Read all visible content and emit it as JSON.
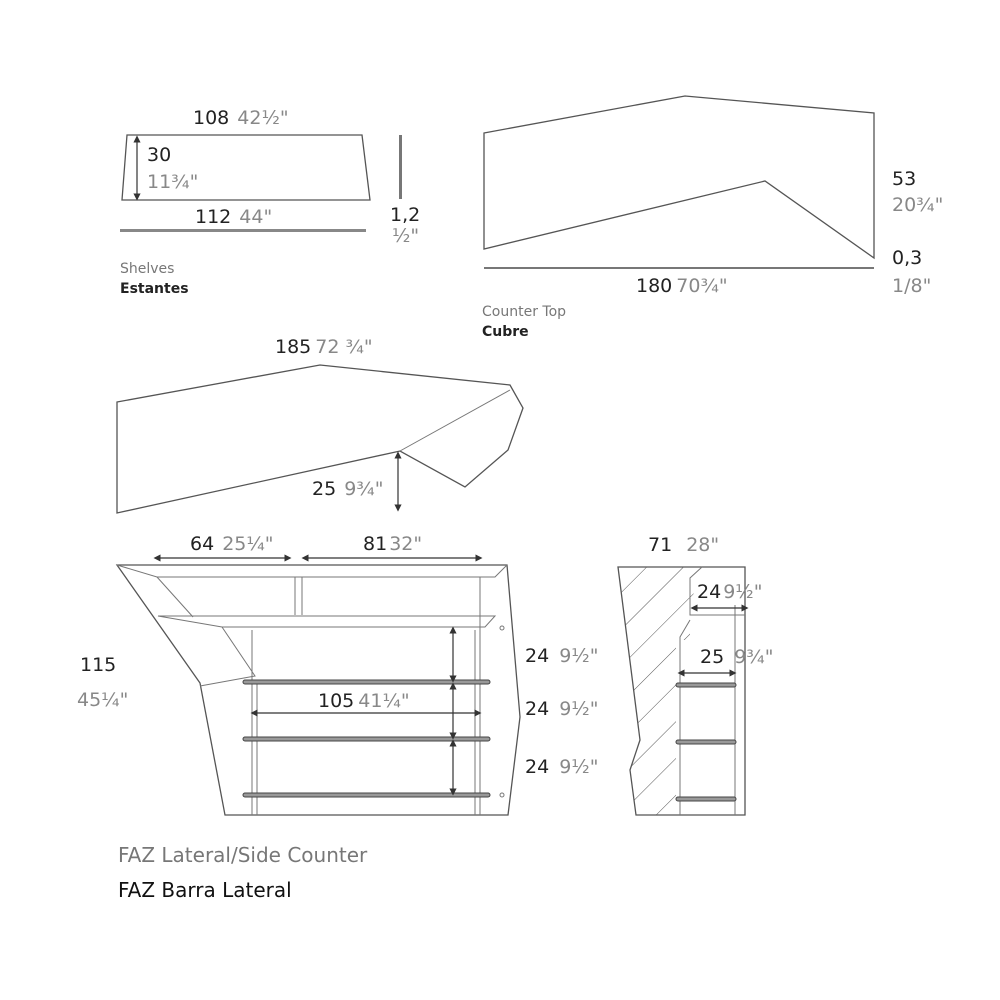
{
  "shelves": {
    "top_width": {
      "cm": "108",
      "in": "42½\""
    },
    "height": {
      "cm": "30",
      "in": "11¾\""
    },
    "bottom_width": {
      "cm": "112",
      "in": "44\""
    },
    "thickness": {
      "cm": "1,2",
      "in": "½\""
    },
    "label_en": "Shelves",
    "label_es": "Estantes"
  },
  "counter_top": {
    "height": {
      "cm": "53",
      "in": "20¾\""
    },
    "thickness": {
      "cm": "0,3",
      "in": "1/8\""
    },
    "width": {
      "cm": "180",
      "in": "70¾\""
    },
    "label_en": "Counter Top",
    "label_es": "Cubre"
  },
  "plan_view": {
    "width": {
      "cm": "185",
      "in": "72 ¾\""
    },
    "depth": {
      "cm": "25",
      "in": "9¾\""
    }
  },
  "front_view": {
    "left_section": {
      "cm": "64",
      "in": "25¼\""
    },
    "right_section": {
      "cm": "81",
      "in": "32\""
    },
    "height": {
      "cm": "115",
      "in": "45¼\""
    },
    "inner_width": {
      "cm": "105",
      "in": "41¼\""
    },
    "shelf_spacing": [
      {
        "cm": "24",
        "in": "9½\""
      },
      {
        "cm": "24",
        "in": "9½\""
      },
      {
        "cm": "24",
        "in": "9½\""
      }
    ]
  },
  "side_view": {
    "depth": {
      "cm": "71",
      "in": "28\""
    },
    "upper_shelf": {
      "cm": "24",
      "in": "9½\""
    },
    "lower_shelf": {
      "cm": "25",
      "in": "9¾\""
    }
  },
  "caption": {
    "line1": "FAZ Lateral/Side Counter",
    "line2": "FAZ Barra Lateral"
  }
}
